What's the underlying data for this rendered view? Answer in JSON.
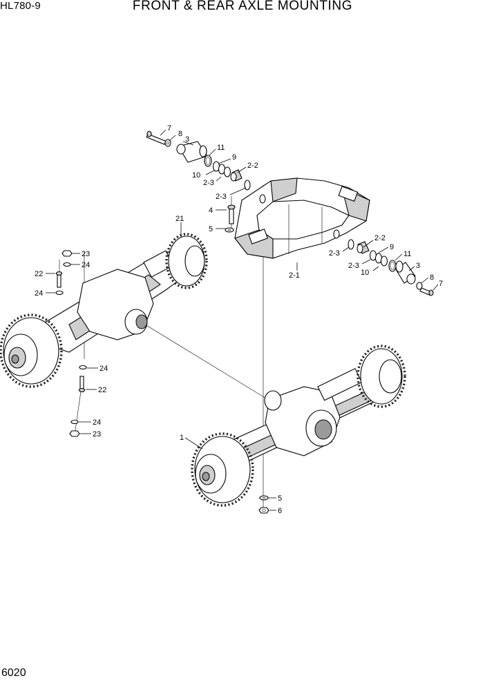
{
  "header": {
    "model": "HL780-9",
    "title": "FRONT & REAR AXLE MOUNTING"
  },
  "footer": {
    "page_number": "6020"
  },
  "callouts": {
    "front_axle": "1",
    "frame_2_1": "2-1",
    "bushing_2_2_left": "2-2",
    "bushing_2_2_right": "2-2",
    "seal_2_3_a": "2-3",
    "seal_2_3_b": "2-3",
    "seal_2_3_c": "2-3",
    "seal_2_3_d": "2-3",
    "pin_3_left": "3",
    "pin_3_right": "3",
    "bolt_4": "4",
    "washer_5_top": "5",
    "washer_5_bottom": "5",
    "nut_6": "6",
    "bolt_7_left": "7",
    "bolt_7_right": "7",
    "washer_8_left": "8",
    "washer_8_right": "8",
    "ring_9_left": "9",
    "ring_9_right": "9",
    "ring_10_left": "10",
    "ring_10_right": "10",
    "ring_11_left": "11",
    "ring_11_right": "11",
    "rear_axle": "21",
    "bolt_22_top": "22",
    "bolt_22_bottom": "22",
    "nut_23_top": "23",
    "nut_23_bottom": "23",
    "washer_24_a": "24",
    "washer_24_b": "24",
    "washer_24_c": "24",
    "washer_24_d": "24"
  }
}
